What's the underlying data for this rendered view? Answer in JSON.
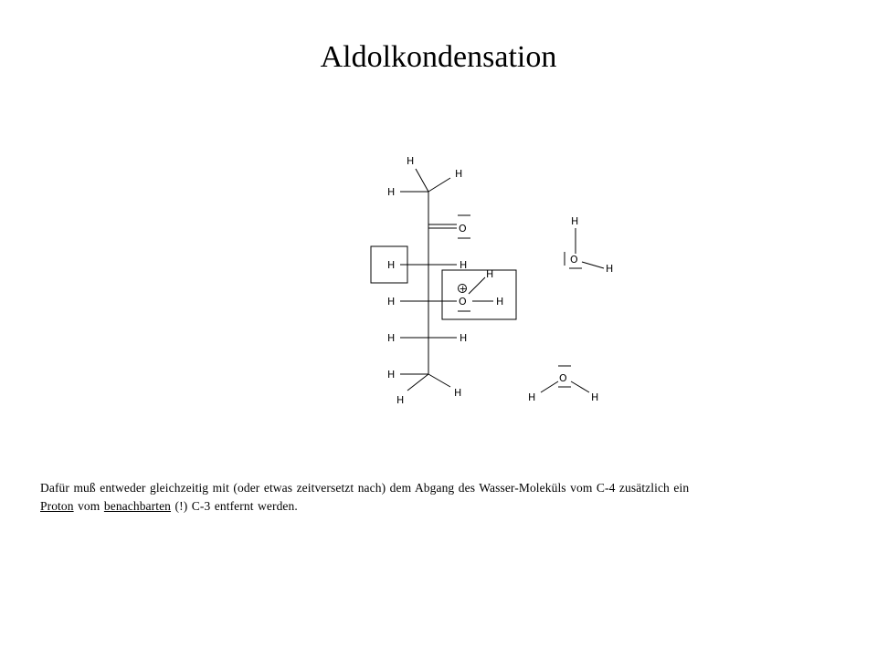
{
  "title": "Aldolkondensation",
  "molecule": {
    "atoms": {
      "h_top": "H",
      "h_top_right": "H",
      "h_top_left": "H",
      "o_carbonyl": "O",
      "h_boxed": "H",
      "h_c3_right": "H",
      "h_oh2_top": "H",
      "o_oh2": "O",
      "h_oh2_right": "H",
      "h_c4_left": "H",
      "h_c5_left": "H",
      "h_c5_right": "H",
      "h_c6_left": "H",
      "h_bottom_left": "H",
      "h_bottom_right": "H"
    },
    "charge": "+"
  },
  "water_top": {
    "h_top": "H",
    "o": "O",
    "h_right": "H"
  },
  "water_bottom": {
    "o": "O",
    "h_left": "H",
    "h_right": "H"
  },
  "caption": {
    "line1": "Dafür muß entweder gleichzeitig mit (oder etwas zeitversetzt nach) dem Abgang des Wasser-Moleküls vom C-4 zusätzlich ein",
    "word_proton": "Proton",
    "text_vom": " vom ",
    "word_benachbarten": "benachbarten",
    "text_end": " (!) C-3 entfernt werden."
  }
}
